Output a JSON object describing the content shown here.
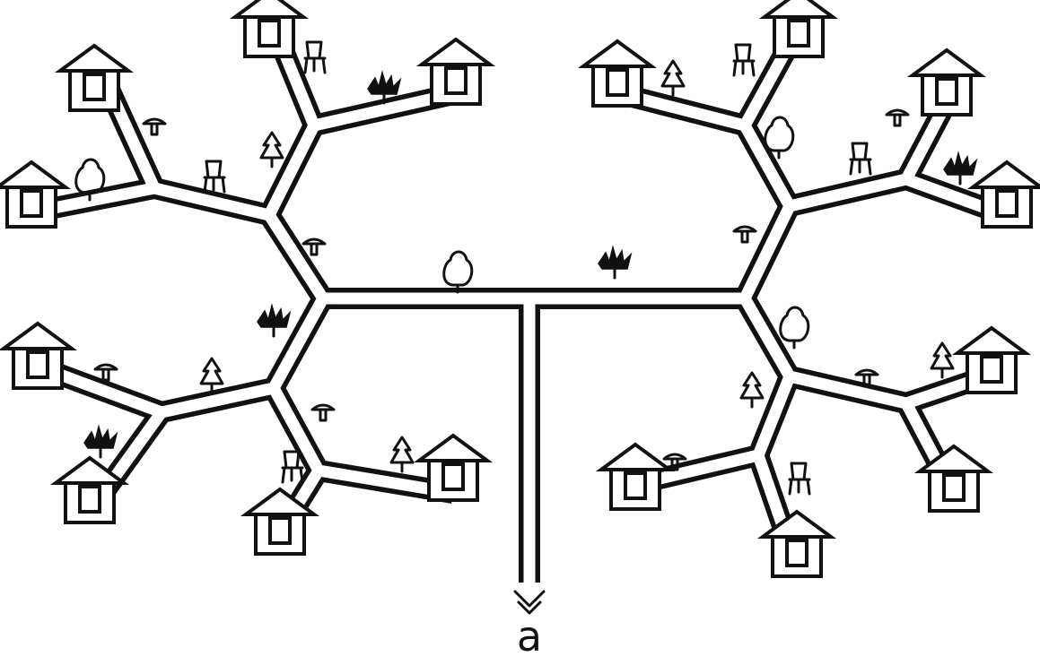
{
  "caption": "a",
  "colors": {
    "ink": "#111111",
    "background": "#ffffff"
  },
  "houses": [
    {
      "id": "top-left-1"
    },
    {
      "id": "top-left-2"
    },
    {
      "id": "top-left-3"
    },
    {
      "id": "top-left-4"
    },
    {
      "id": "bottom-left-1"
    },
    {
      "id": "bottom-left-2"
    },
    {
      "id": "bottom-left-3"
    },
    {
      "id": "bottom-left-4"
    },
    {
      "id": "top-right-1"
    },
    {
      "id": "top-right-2"
    },
    {
      "id": "top-right-3"
    },
    {
      "id": "top-right-4"
    },
    {
      "id": "bottom-right-1"
    },
    {
      "id": "bottom-right-2"
    },
    {
      "id": "bottom-right-3"
    },
    {
      "id": "bottom-right-4"
    }
  ],
  "icon_types": [
    "bush-icon",
    "mushroom-icon",
    "chair-icon",
    "fir-tree-icon",
    "shrub-icon"
  ]
}
